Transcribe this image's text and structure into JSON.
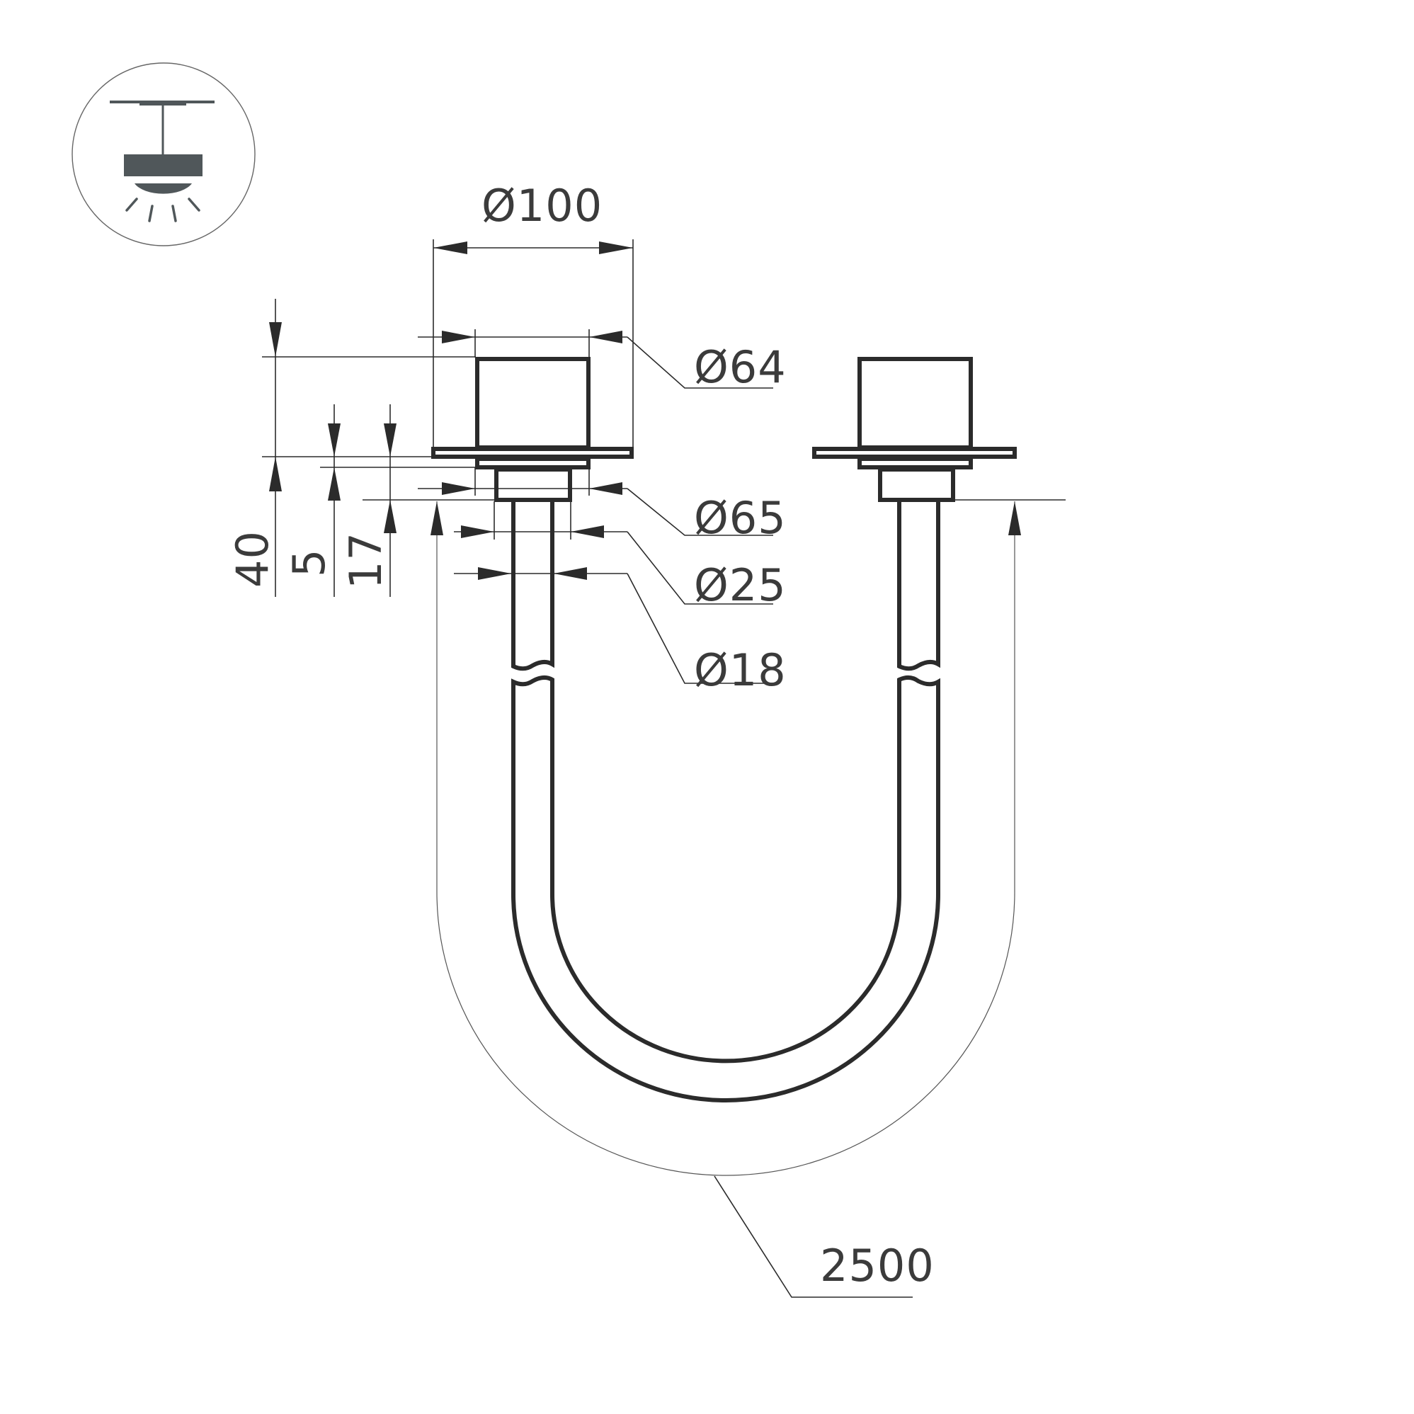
{
  "drawing": {
    "type": "technical-dimension-drawing",
    "subject": "pendant lamp mounting kit with flexible cable tube",
    "colors": {
      "line": "#2b2b2b",
      "text": "#3b3b3b",
      "icon": "#50575a"
    }
  },
  "icon": {
    "name": "ceiling-pendant-lamp-icon",
    "shape": "circle"
  },
  "dimensions": {
    "d100": {
      "label": "Ø100",
      "value": 100,
      "unit": "mm",
      "kind": "diameter",
      "applies_to": "flange"
    },
    "d64": {
      "label": "Ø64",
      "value": 64,
      "unit": "mm",
      "kind": "diameter",
      "applies_to": "upper canopy body"
    },
    "d65": {
      "label": "Ø65",
      "value": 65,
      "unit": "mm",
      "kind": "diameter",
      "applies_to": "collar"
    },
    "d25": {
      "label": "Ø25",
      "value": 25,
      "unit": "mm",
      "kind": "diameter",
      "applies_to": "lower fitting"
    },
    "d18": {
      "label": "Ø18",
      "value": 18,
      "unit": "mm",
      "kind": "diameter",
      "applies_to": "tube"
    },
    "h40": {
      "label": "40",
      "value": 40,
      "unit": "mm",
      "kind": "height",
      "applies_to": "canopy body height"
    },
    "h5": {
      "label": "5",
      "value": 5,
      "unit": "mm",
      "kind": "height",
      "applies_to": "flange thickness"
    },
    "h17": {
      "label": "17",
      "value": 17,
      "unit": "mm",
      "kind": "height",
      "applies_to": "lower fitting height"
    },
    "len2500": {
      "label": "2500",
      "value": 2500,
      "unit": "mm",
      "kind": "length",
      "applies_to": "tube length"
    }
  }
}
